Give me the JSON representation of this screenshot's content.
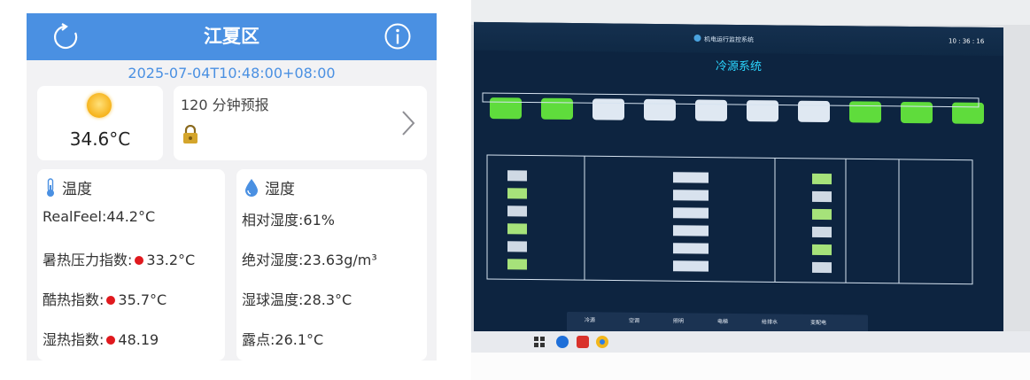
{
  "weather_app": {
    "title": "江夏区",
    "timestamp": "2025-07-04T10:48:00+08:00",
    "current": {
      "icon": "sun-icon",
      "temperature": "34.6°C"
    },
    "forecast": {
      "title": "120 分钟预报",
      "icon": "lock-icon"
    },
    "temperature_section": {
      "heading": "温度",
      "realfeel": "RealFeel:44.2°C",
      "heat_stress_label": "暑热压力指数:",
      "heat_stress_value": "33.2°C",
      "heat_index_label": "酷热指数:",
      "heat_index_value": "35.7°C",
      "humidex_label": "湿热指数:",
      "humidex_value": "48.19"
    },
    "humidity_section": {
      "heading": "湿度",
      "relative": "相对湿度:61%",
      "absolute": "绝对湿度:23.63g/m³",
      "wet_bulb": "湿球温度:28.3°C",
      "dew_point": "露点:26.1°C"
    },
    "colors": {
      "accent": "#4a90e2",
      "alert_dot": "#e0191e"
    }
  },
  "monitor_photo": {
    "system_name": "机电运行监控系统",
    "clock": "10 : 36 : 16",
    "screen_title": "冷源系统",
    "dock_items": [
      "冷源",
      "空调",
      "照明",
      "电梯",
      "给排水",
      "变配电"
    ],
    "colors": {
      "screen_bg": "#0d2440",
      "title": "#2bd6ff",
      "tower_on": "#5fdc3c",
      "tower_off": "#dfe8f2"
    }
  }
}
